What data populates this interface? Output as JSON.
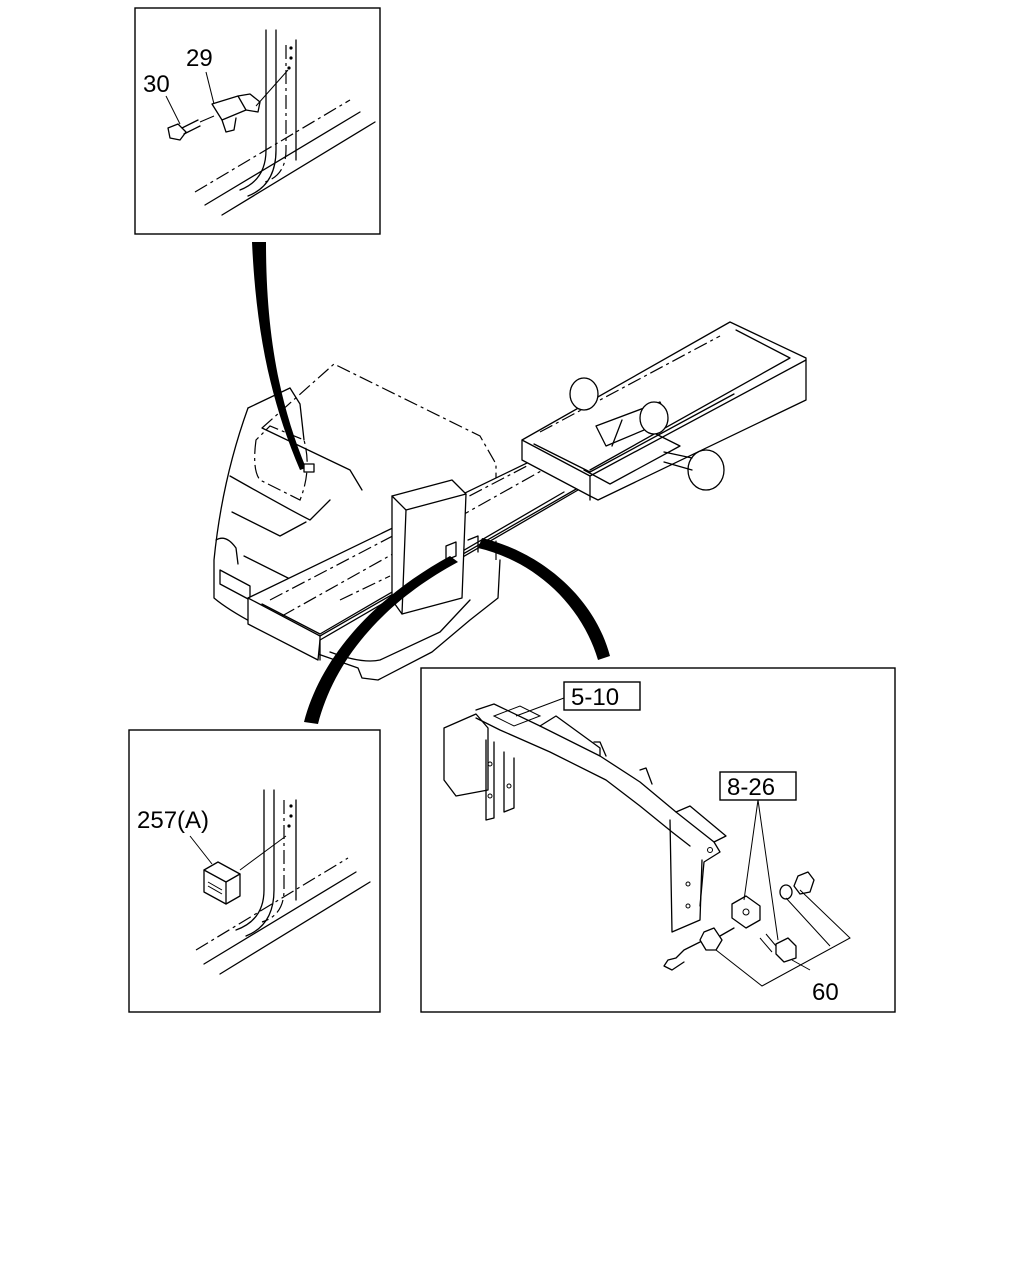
{
  "callouts": {
    "part_29": "29",
    "part_30": "30",
    "part_257a": "257(A)",
    "ref_5_10": "5-10",
    "ref_8_26": "8-26",
    "part_60": "60"
  }
}
